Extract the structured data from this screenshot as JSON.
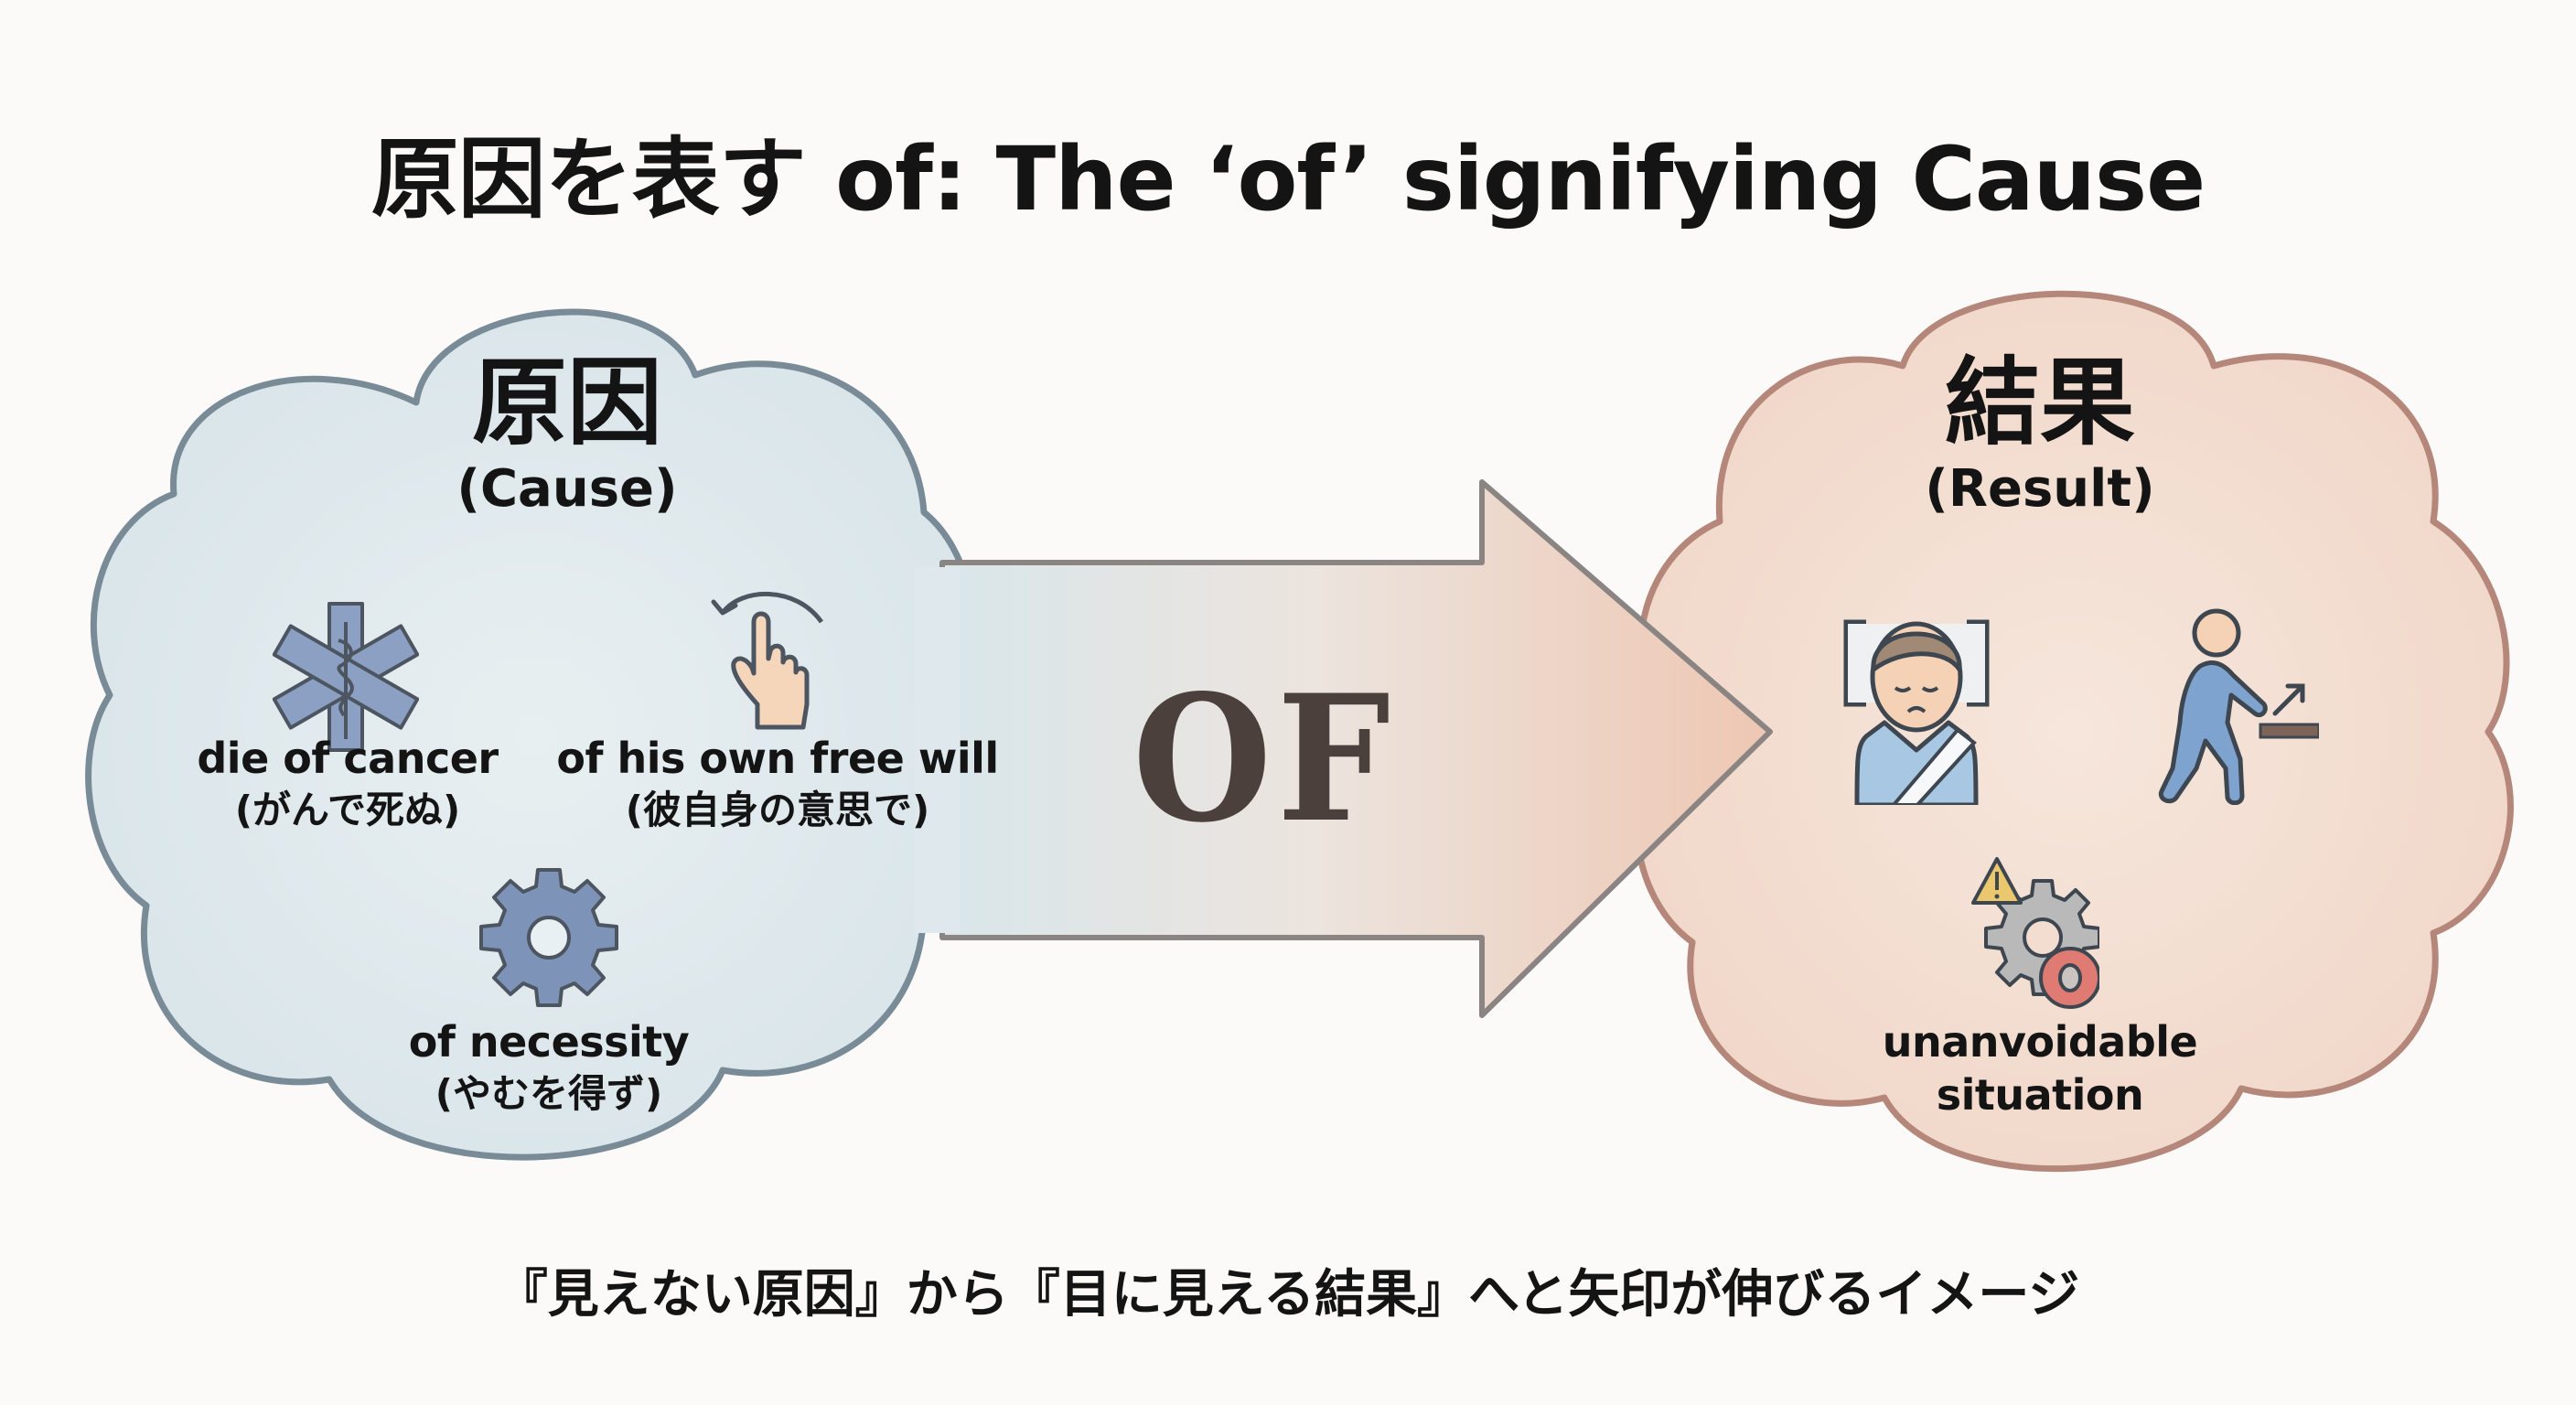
{
  "title": "原因を表す of: The ‘of’ signifying Cause",
  "colors": {
    "background": "#fbfaf8",
    "cause_fill": "#dfe9ed",
    "cause_stroke": "#7a8b98",
    "result_fill": "#f3ddd0",
    "result_stroke": "#b5877a",
    "arrow_text": "#4b403b",
    "icon_blue": "#7d93b8",
    "text": "#141414"
  },
  "cause": {
    "heading_jp": "原因",
    "heading_en": "(Cause)",
    "items": [
      {
        "icon": "star-of-life-icon",
        "en": "die of cancer",
        "jp": "(がんで死ぬ)"
      },
      {
        "icon": "pointing-hand-icon",
        "en": "of his own free will",
        "jp": "(彼自身の意思で)"
      },
      {
        "icon": "gear-icon",
        "en": "of necessity",
        "jp": "(やむを得ず)"
      }
    ]
  },
  "arrow": {
    "label": "OF"
  },
  "result": {
    "heading_jp": "結果",
    "heading_en": "(Result)",
    "items": [
      {
        "icon": "sick-person-in-bed-icon"
      },
      {
        "icon": "person-leaving-icon"
      },
      {
        "icon": "warning-gear-icon",
        "en_line1": "unanvoidable",
        "en_line2": "situation"
      }
    ]
  },
  "footer": "『見えない原因』から『目に見える結果』へと矢印が伸びるイメージ"
}
